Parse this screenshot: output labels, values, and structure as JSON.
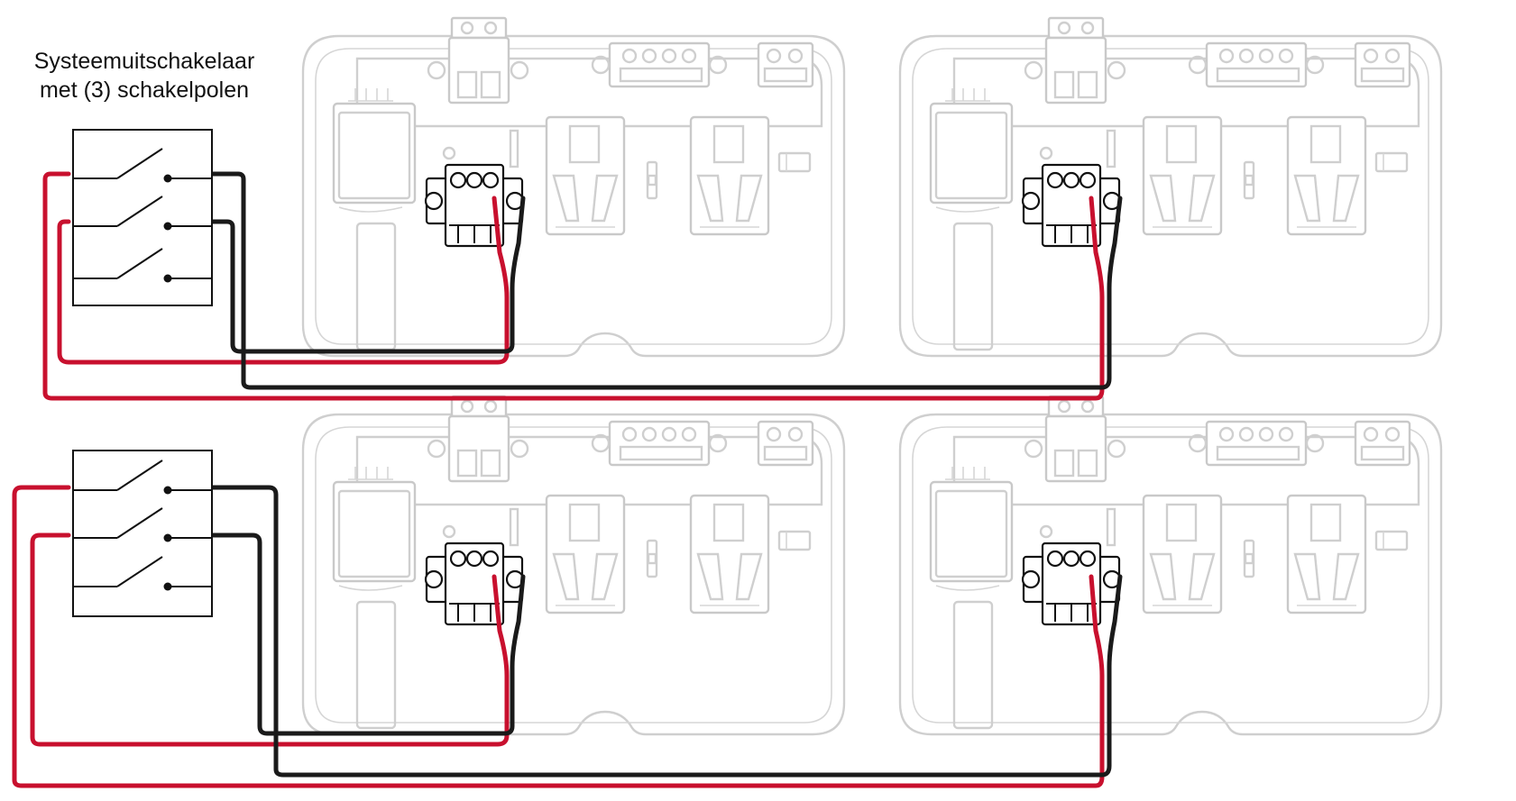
{
  "caption": {
    "line1": "Systeemuitschakelaar",
    "line2": "met (3) schakelpolen"
  },
  "colors": {
    "wire_red": "#c8102e",
    "wire_black": "#1a1a1a",
    "housing_outline": "#cfcfcf",
    "switch_outline": "#111111"
  },
  "diagram": {
    "switch_units": 2,
    "poles_per_switch": 3,
    "chargers": 4,
    "chargers_per_switch": 2
  }
}
